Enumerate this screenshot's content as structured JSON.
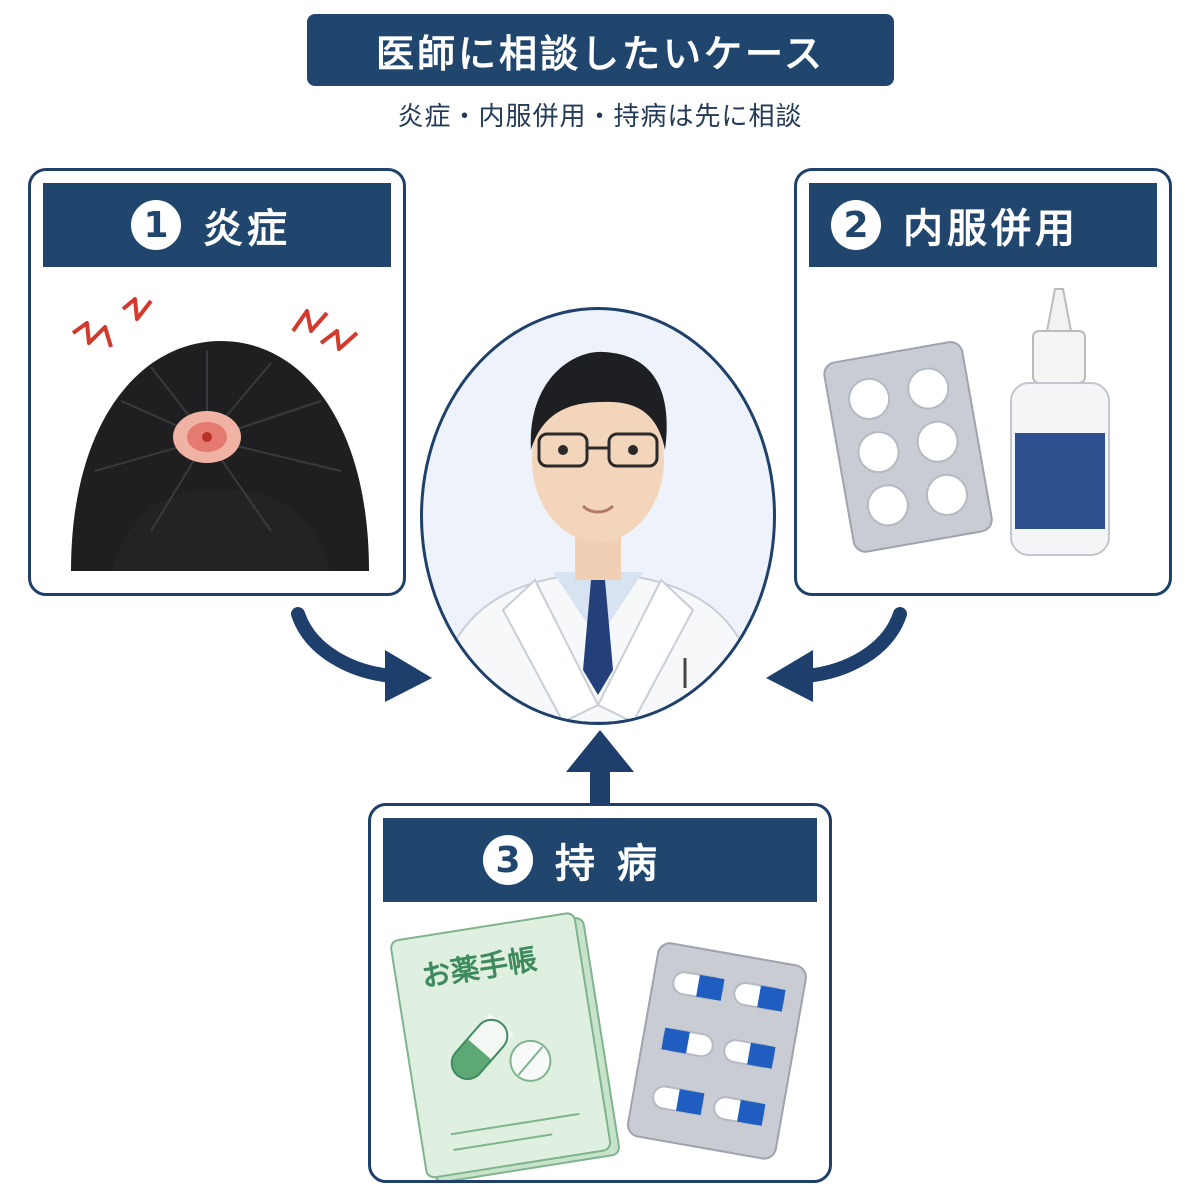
{
  "title": "医師に相談したいケース",
  "subtitle": "炎症・内服併用・持病は先に相談",
  "cards": [
    {
      "number": "1",
      "label": "炎症"
    },
    {
      "number": "2",
      "label": "内服併用"
    },
    {
      "number": "3",
      "label": "持 病"
    }
  ],
  "book_label": "お薬手帳",
  "colors": {
    "navy": "#20466e",
    "alert_red": "#d23a2e",
    "bottle_blue": "#2e4f8e",
    "capsule_blue": "#1f5ec0",
    "book_green": "#dff0e0"
  }
}
